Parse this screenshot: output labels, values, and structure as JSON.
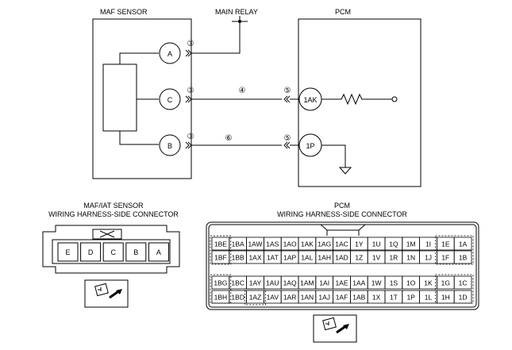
{
  "schematic": {
    "maf_sensor_title": "MAF SENSOR",
    "main_relay_title": "MAIN RELAY",
    "pcm_title": "PCM",
    "maf_pins": [
      "A",
      "C",
      "B"
    ],
    "pcm_pins": [
      "1AK",
      "1P"
    ],
    "wire_markers": {
      "maf_side": "③",
      "mid_c": "④",
      "pcm_side": "⑤",
      "mid_b": "⑥"
    }
  },
  "maf_connector": {
    "title_line1": "MAF/IAT SENSOR",
    "title_line2": "WIRING HARNESS-SIDE CONNECTOR",
    "pins": [
      "E",
      "D",
      "C",
      "B",
      "A"
    ]
  },
  "pcm_connector": {
    "title_line1": "PCM",
    "title_line2": "WIRING HARNESS-SIDE CONNECTOR",
    "rows": [
      [
        "1BE",
        "1BA",
        "1AW",
        "1AS",
        "1AO",
        "1AK",
        "1AG",
        "1AC",
        "1Y",
        "1U",
        "1Q",
        "1M",
        "1I",
        "1E",
        "1A"
      ],
      [
        "1BF",
        "1BB",
        "1AX",
        "1AT",
        "1AP",
        "1AL",
        "1AH",
        "1AD",
        "1Z",
        "1V",
        "1R",
        "1N",
        "1J",
        "1F",
        "1B"
      ],
      [
        "1BG",
        "1BC",
        "1AY",
        "1AU",
        "1AQ",
        "1AM",
        "1AI",
        "1AE",
        "1AA",
        "1W",
        "1S",
        "1O",
        "1K",
        "1G",
        "1C"
      ],
      [
        "1BH",
        "1BD",
        "1AZ",
        "1AV",
        "1AR",
        "1AN",
        "1AJ",
        "1AF",
        "1AB",
        "1X",
        "1T",
        "1P",
        "1L",
        "1H",
        "1D"
      ]
    ]
  }
}
